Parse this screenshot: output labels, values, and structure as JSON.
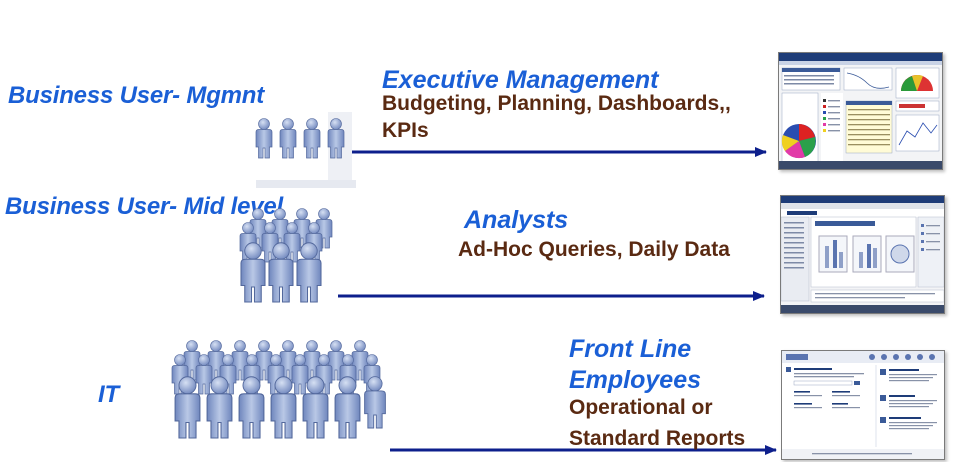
{
  "tiers": [
    {
      "user_label": "Business User- Mgmnt",
      "title": "Executive Management",
      "description": "Budgeting, Planning, Dashboards,, KPIs",
      "thumbnail_icon": "dashboard-screenshot-icon",
      "people_icon": "people-group-small-icon"
    },
    {
      "user_label": "Business User- Mid level",
      "title": "Analysts",
      "description": "Ad-Hoc Queries, Daily Data",
      "thumbnail_icon": "analysis-screenshot-icon",
      "people_icon": "people-group-medium-icon"
    },
    {
      "user_label": "IT",
      "title_lines": [
        "Front Line",
        "Employees"
      ],
      "description_lines": [
        "Operational or",
        "Standard Reports"
      ],
      "thumbnail_icon": "report-portal-screenshot-icon",
      "people_icon": "people-group-large-icon"
    }
  ],
  "colors": {
    "label_blue": "#1a5fd6",
    "desc_brown": "#5a2a12",
    "arrow_navy": "#0d1f8c",
    "figure_blue": "#8fa5cf"
  }
}
